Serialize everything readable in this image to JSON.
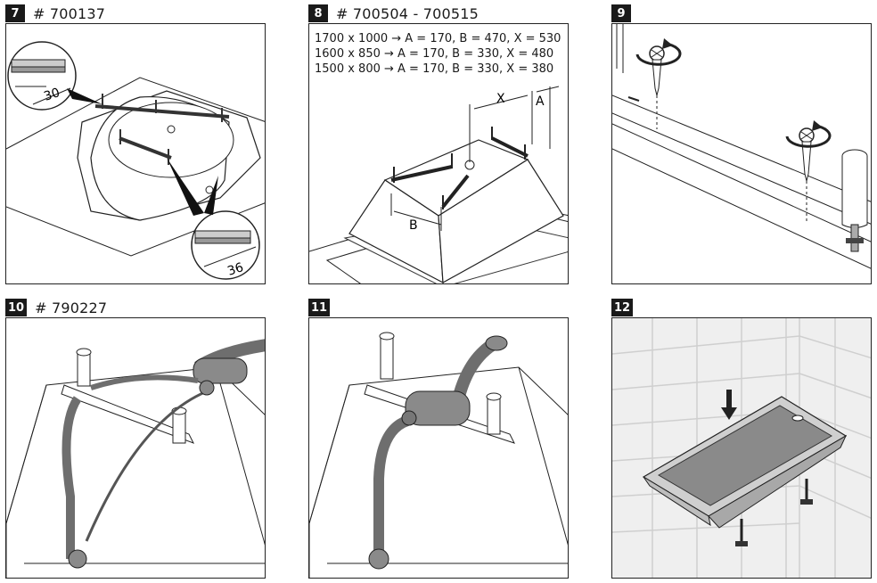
{
  "steps": [
    {
      "number": "7",
      "code": "# 700137",
      "callouts": [
        "30",
        "36"
      ]
    },
    {
      "number": "8",
      "code": "# 700504 - 700515",
      "sizes": [
        "1700 x 1000 → A = 170, B = 470, X = 530",
        "1600 x 850 → A = 170, B = 330, X = 480",
        "1500 x 800 → A = 170, B = 330, X = 380"
      ],
      "dims": {
        "x": "X",
        "a": "A",
        "b": "B"
      }
    },
    {
      "number": "9",
      "code": ""
    },
    {
      "number": "10",
      "code": "# 790227"
    },
    {
      "number": "11",
      "code": ""
    },
    {
      "number": "12",
      "code": ""
    }
  ],
  "colors": {
    "ink": "#1a1a1a",
    "tile": "#e6e6e6",
    "tub_gray": "#8a8a8a",
    "pipe": "#6e6e6e"
  },
  "icons": [
    "rotate-arrow-icon",
    "screw-icon",
    "down-arrow-icon"
  ]
}
